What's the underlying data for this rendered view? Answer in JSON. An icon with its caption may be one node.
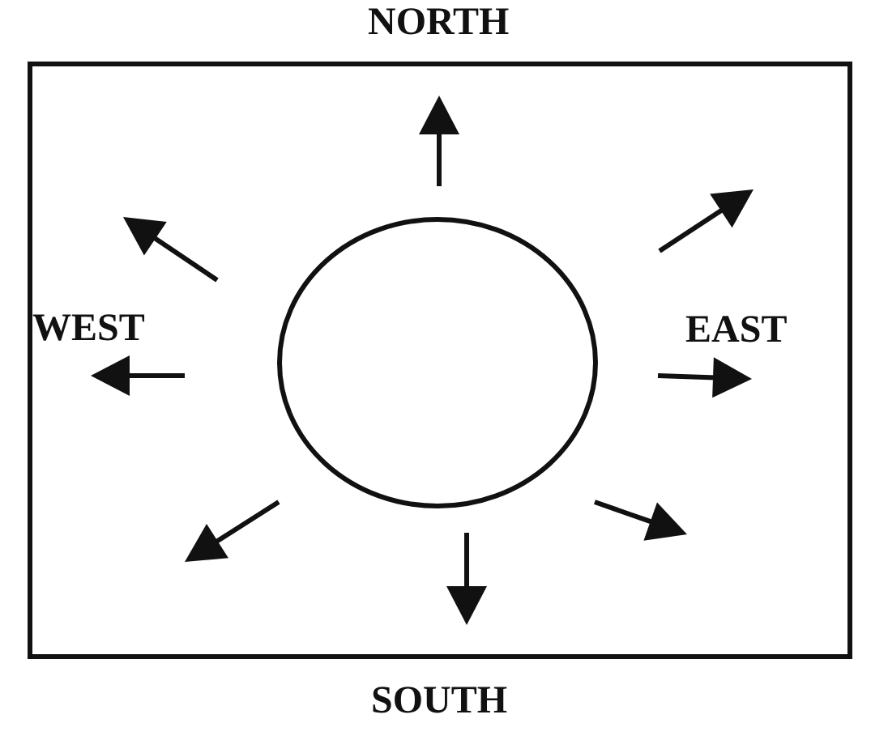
{
  "diagram": {
    "nodes": [
      {
        "text": [],
        "shape": "box"
      },
      {
        "text": [],
        "shape": "circle",
        "in": 0
      }
    ],
    "labels": [
      "NORTH",
      "WEST",
      "EAST",
      "SOUTH"
    ]
  }
}
